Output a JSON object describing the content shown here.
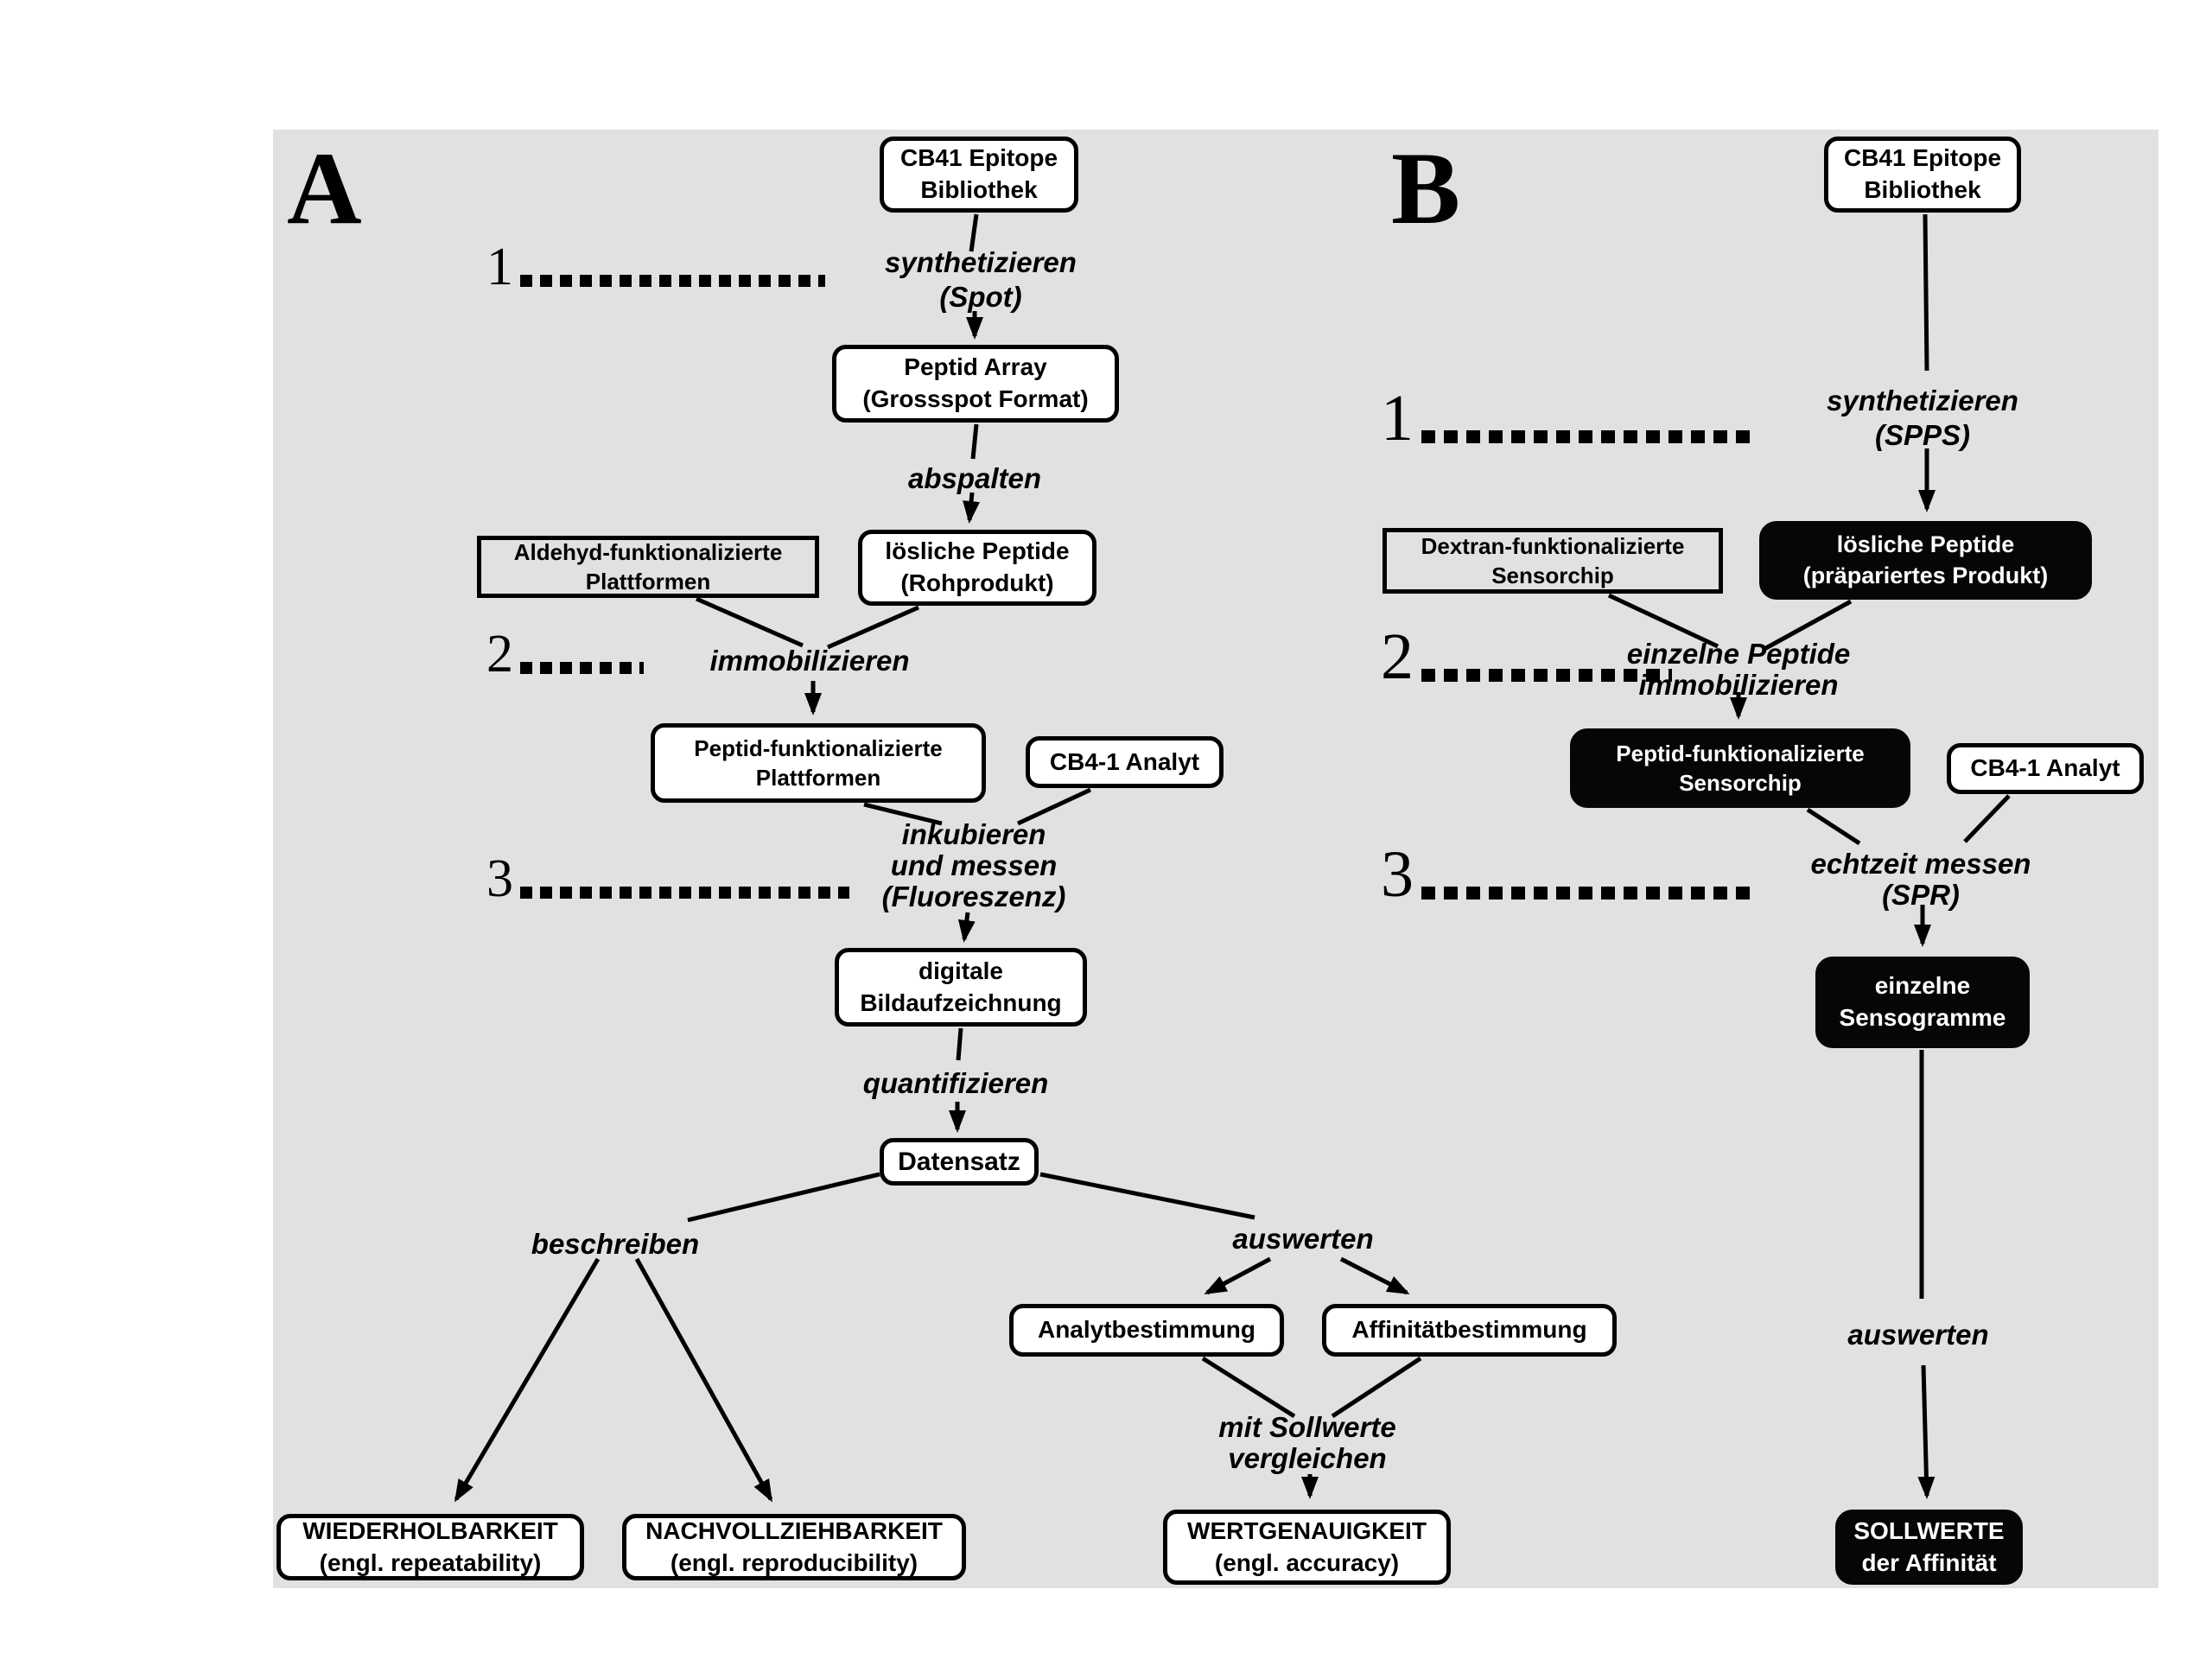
{
  "colors": {
    "panel_background": "#e1e1e1",
    "node_black_fill": "#060606",
    "line_color": "#000000"
  },
  "panel_a": {
    "letter": "A",
    "steps": {
      "step1": "1",
      "step2": "2",
      "step3": "3"
    },
    "nodes": {
      "cb41_bibliothek": {
        "line1": "CB41 Epitope",
        "line2": "Bibliothek"
      },
      "peptid_array": {
        "line1": "Peptid Array",
        "line2": "(Grossspot Format)"
      },
      "aldehyd_plattformen": {
        "line1": "Aldehyd-funktionalizierte",
        "line2": "Plattformen"
      },
      "loesliche_peptide": {
        "line1": "lösliche Peptide",
        "line2": "(Rohprodukt)"
      },
      "peptid_plattformen": {
        "line1": "Peptid-funktionalizierte",
        "line2": "Plattformen"
      },
      "cb41_analyt": {
        "line1": "CB4-1 Analyt"
      },
      "digitale_bildaufzeichnung": {
        "line1": "digitale",
        "line2": "Bildaufzeichnung"
      },
      "datensatz": {
        "line1": "Datensatz"
      },
      "analytbestimmung": {
        "line1": "Analytbestimmung"
      },
      "affinitaetbestimmung": {
        "line1": "Affinitätbestimmung"
      },
      "wiederholbarkeit": {
        "line1": "WIEDERHOLBARKEIT",
        "line2": "(engl. repeatability)"
      },
      "nachvollziehbarkeit": {
        "line1": "NACHVOLLZIEHBARKEIT",
        "line2": "(engl. reproducibility)"
      },
      "wertgenauigkeit": {
        "line1": "WERTGENAUIGKEIT",
        "line2": "(engl. accuracy)"
      }
    },
    "edge_labels": {
      "synthetizieren": {
        "line1": "synthetizieren",
        "line2": "(Spot)"
      },
      "abspalten": "abspalten",
      "immobilizieren": "immobilizieren",
      "inkubieren": {
        "line1": "inkubieren",
        "line2": "und messen",
        "line3": "(Fluoreszenz)"
      },
      "quantifizieren": "quantifizieren",
      "beschreiben": "beschreiben",
      "auswerten": "auswerten",
      "vergleichen": {
        "line1": "mit Sollwerte",
        "line2": "vergleichen"
      }
    }
  },
  "panel_b": {
    "letter": "B",
    "steps": {
      "step1": "1",
      "step2": "2",
      "step3": "3"
    },
    "nodes": {
      "cb41_bibliothek": {
        "line1": "CB41 Epitope",
        "line2": "Bibliothek"
      },
      "loesliche_peptide": {
        "line1": "lösliche Peptide",
        "line2": "(präpariertes Produkt)"
      },
      "dextran_sensorchip": {
        "line1": "Dextran-funktionalizierte",
        "line2": "Sensorchip"
      },
      "peptid_sensorchip": {
        "line1": "Peptid-funktionalizierte",
        "line2": "Sensorchip"
      },
      "cb41_analyt": {
        "line1": "CB4-1 Analyt"
      },
      "einzelne_sensogramme": {
        "line1": "einzelne",
        "line2": "Sensogramme"
      },
      "sollwerte": {
        "line1": "SOLLWERTE",
        "line2": "der Affinität"
      }
    },
    "edge_labels": {
      "synthetizieren": {
        "line1": "synthetizieren",
        "line2": "(SPPS)"
      },
      "einzelne_peptide": {
        "line1": "einzelne Peptide",
        "line2": "immobilizieren"
      },
      "echtzeit_messen": {
        "line1": "echtzeit messen",
        "line2": "(SPR)"
      },
      "auswerten": "auswerten"
    }
  }
}
